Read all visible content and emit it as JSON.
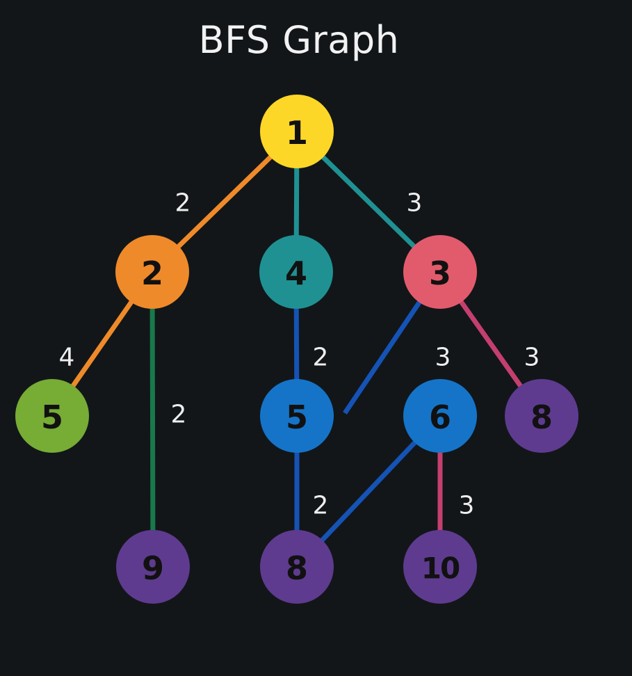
{
  "title": "BFS Graph",
  "colors": {
    "background": "#121619",
    "orange": "#ef8a2a",
    "teal": "#1f9193",
    "red": "#e25b6c",
    "yellow": "#fdd727",
    "green_node": "#77ac35",
    "blue": "#1574c8",
    "purple": "#5e3b8f",
    "edge_green": "#19794a",
    "edge_blue": "#1553b5",
    "edge_magenta": "#c53f6e"
  },
  "nodes": [
    {
      "id": "n1",
      "label": "1",
      "color": "#fdd727"
    },
    {
      "id": "n2",
      "label": "2",
      "color": "#ef8a2a"
    },
    {
      "id": "n4",
      "label": "4",
      "color": "#1f9193"
    },
    {
      "id": "n3",
      "label": "3",
      "color": "#e25b6c"
    },
    {
      "id": "n5a",
      "label": "5",
      "color": "#77ac35"
    },
    {
      "id": "n5b",
      "label": "5",
      "color": "#1574c8"
    },
    {
      "id": "n6",
      "label": "6",
      "color": "#1574c8"
    },
    {
      "id": "n8a",
      "label": "8",
      "color": "#5e3b8f"
    },
    {
      "id": "n9",
      "label": "9",
      "color": "#5e3b8f"
    },
    {
      "id": "n8b",
      "label": "8",
      "color": "#5e3b8f"
    },
    {
      "id": "n10",
      "label": "10",
      "color": "#5e3b8f"
    }
  ],
  "edges": [
    {
      "from": "n1",
      "to": "n2",
      "weight": "2",
      "color": "#ef8a2a"
    },
    {
      "from": "n1",
      "to": "n4",
      "weight": "",
      "color": "#1f9193"
    },
    {
      "from": "n1",
      "to": "n3",
      "weight": "3",
      "color": "#1f9193"
    },
    {
      "from": "n2",
      "to": "n5a",
      "weight": "4",
      "color": "#ef8a2a"
    },
    {
      "from": "n2",
      "to": "n9",
      "weight": "2",
      "color": "#19794a"
    },
    {
      "from": "n4",
      "to": "n5b",
      "weight": "2",
      "color": "#1553b5"
    },
    {
      "from": "n3",
      "to": "n5b",
      "weight": "",
      "color": "#1553b5"
    },
    {
      "from": "n3",
      "to": "n8a",
      "weight": "3",
      "color": "#c53f6e"
    },
    {
      "from": "n5b",
      "to": "n8b",
      "weight": "2",
      "color": "#1553b5"
    },
    {
      "from": "n6",
      "to": "n8b",
      "weight": "",
      "color": "#1553b5"
    },
    {
      "from": "n6",
      "to": "n10",
      "weight": "3",
      "color": "#c53f6e"
    }
  ],
  "floating_weights": [
    {
      "id": "w6",
      "label": "3"
    }
  ]
}
